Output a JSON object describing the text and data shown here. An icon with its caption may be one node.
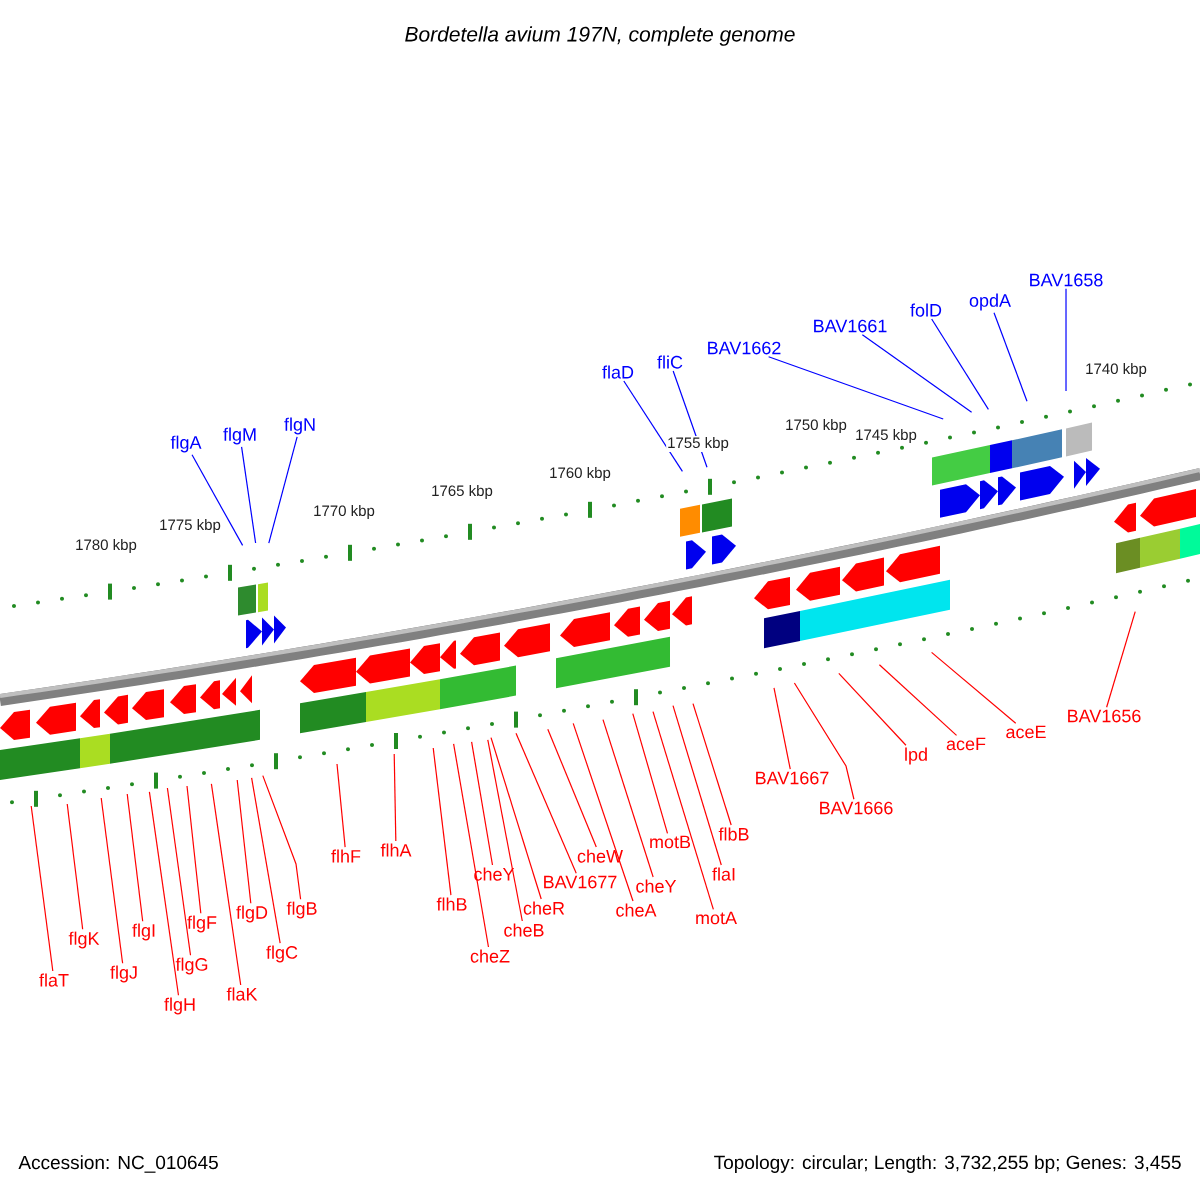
{
  "diagram": {
    "title": "Bordetella avium 197N, complete genome",
    "nodes": [
      {
        "text": [
          "flgA"
        ]
      },
      {
        "text": [
          "flgM"
        ]
      },
      {
        "text": [
          "flgN"
        ]
      },
      {
        "text": [
          "flaD"
        ]
      },
      {
        "text": [
          "fliC"
        ]
      },
      {
        "text": [
          "BAV1662"
        ]
      },
      {
        "text": [
          "BAV1661"
        ]
      },
      {
        "text": [
          "folD"
        ]
      },
      {
        "text": [
          "opdA"
        ]
      },
      {
        "text": [
          "BAV1658"
        ]
      },
      {
        "text": [
          "flaT"
        ]
      },
      {
        "text": [
          "flgK"
        ]
      },
      {
        "text": [
          "flgJ"
        ]
      },
      {
        "text": [
          "flgI"
        ]
      },
      {
        "text": [
          "flgH"
        ]
      },
      {
        "text": [
          "flgG"
        ]
      },
      {
        "text": [
          "flgF"
        ]
      },
      {
        "text": [
          "flaK"
        ]
      },
      {
        "text": [
          "flgD"
        ]
      },
      {
        "text": [
          "flgC"
        ]
      },
      {
        "text": [
          "flgB"
        ]
      },
      {
        "text": [
          "flhF"
        ]
      },
      {
        "text": [
          "flhA"
        ]
      },
      {
        "text": [
          "flhB"
        ]
      },
      {
        "text": [
          "cheZ"
        ]
      },
      {
        "text": [
          "cheY"
        ]
      },
      {
        "text": [
          "cheB"
        ]
      },
      {
        "text": [
          "cheR"
        ]
      },
      {
        "text": [
          "BAV1677"
        ]
      },
      {
        "text": [
          "cheW"
        ]
      },
      {
        "text": [
          "cheA"
        ]
      },
      {
        "text": [
          "cheY"
        ]
      },
      {
        "text": [
          "motB"
        ]
      },
      {
        "text": [
          "motA"
        ]
      },
      {
        "text": [
          "flaI"
        ]
      },
      {
        "text": [
          "flbB"
        ]
      },
      {
        "text": [
          "BAV1667"
        ]
      },
      {
        "text": [
          "BAV1666"
        ]
      },
      {
        "text": [
          "lpd"
        ]
      },
      {
        "text": [
          "aceF"
        ]
      },
      {
        "text": [
          "aceE"
        ]
      },
      {
        "text": [
          "BAV1656"
        ]
      }
    ],
    "edges": [
      {
        "from": 0,
        "to": null,
        "arrow": "none",
        "color": "#0000ff"
      },
      {
        "from": 1,
        "to": null,
        "arrow": "none",
        "color": "#0000ff"
      },
      {
        "from": 2,
        "to": null,
        "arrow": "none",
        "color": "#0000ff"
      },
      {
        "from": 3,
        "to": null,
        "arrow": "none",
        "color": "#0000ff"
      },
      {
        "from": 4,
        "to": null,
        "arrow": "none",
        "color": "#0000ff"
      },
      {
        "from": 5,
        "to": null,
        "arrow": "none",
        "color": "#0000ff"
      },
      {
        "from": 6,
        "to": null,
        "arrow": "none",
        "color": "#0000ff"
      },
      {
        "from": 7,
        "to": null,
        "arrow": "none",
        "color": "#0000ff"
      },
      {
        "from": 8,
        "to": null,
        "arrow": "none",
        "color": "#0000ff"
      },
      {
        "from": 9,
        "to": null,
        "arrow": "none",
        "color": "#0000ff"
      },
      {
        "from": 10,
        "to": null,
        "arrow": "none"
      },
      {
        "from": 11,
        "to": null,
        "arrow": "none"
      },
      {
        "from": 12,
        "to": null,
        "arrow": "none"
      },
      {
        "from": 13,
        "to": null,
        "arrow": "none"
      },
      {
        "from": 14,
        "to": null,
        "arrow": "none"
      },
      {
        "from": 15,
        "to": null,
        "arrow": "none"
      },
      {
        "from": 16,
        "to": null,
        "arrow": "none"
      },
      {
        "from": 17,
        "to": null,
        "arrow": "none"
      },
      {
        "from": 18,
        "to": null,
        "arrow": "none"
      },
      {
        "from": 19,
        "to": null,
        "arrow": "none"
      },
      {
        "from": 20,
        "to": null,
        "arrow": "none"
      },
      {
        "from": 21,
        "to": null,
        "arrow": "none"
      },
      {
        "from": 22,
        "to": null,
        "arrow": "none"
      },
      {
        "from": 23,
        "to": null,
        "arrow": "none"
      },
      {
        "from": 24,
        "to": null,
        "arrow": "none"
      },
      {
        "from": 25,
        "to": null,
        "arrow": "none"
      },
      {
        "from": 26,
        "to": null,
        "arrow": "none"
      },
      {
        "from": 27,
        "to": null,
        "arrow": "none"
      },
      {
        "from": 28,
        "to": null,
        "arrow": "none"
      },
      {
        "from": 29,
        "to": null,
        "arrow": "none"
      },
      {
        "from": 30,
        "to": null,
        "arrow": "none"
      },
      {
        "from": 31,
        "to": null,
        "arrow": "none"
      },
      {
        "from": 32,
        "to": null,
        "arrow": "none"
      },
      {
        "from": 33,
        "to": null,
        "arrow": "none"
      },
      {
        "from": 34,
        "to": null,
        "arrow": "none"
      },
      {
        "from": 35,
        "to": null,
        "arrow": "none"
      },
      {
        "from": 36,
        "to": null,
        "arrow": "none"
      },
      {
        "from": 37,
        "to": null,
        "arrow": "none"
      },
      {
        "from": 38,
        "to": null,
        "arrow": "none"
      },
      {
        "from": 39,
        "to": null,
        "arrow": "none"
      },
      {
        "from": 40,
        "to": null,
        "arrow": "none"
      },
      {
        "from": 41,
        "to": null,
        "arrow": "none"
      }
    ],
    "labels": [
      "1780 kbp",
      "1775 kbp",
      "1770 kbp",
      "1765 kbp",
      "1760 kbp",
      "1755 kbp",
      "1750 kbp",
      "1745 kbp",
      "1740 kbp",
      "Accession: NC_010645",
      "Topology: circular; Length: 3,732,255 bp; Genes: 3,455"
    ]
  }
}
